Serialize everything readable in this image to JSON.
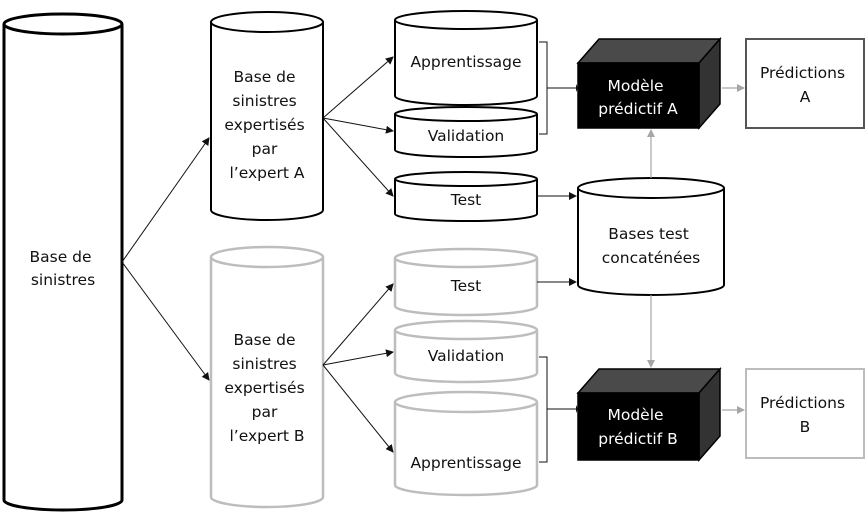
{
  "nodes": {
    "base_sinistres": [
      "Base de",
      "sinistres"
    ],
    "base_expert_a": [
      "Base de",
      "sinistres",
      "expertisés",
      "par",
      "l’expert A"
    ],
    "base_expert_b": [
      "Base de",
      "sinistres",
      "expertisés",
      "par",
      "l’expert B"
    ],
    "a_apprentissage": "Apprentissage",
    "a_validation": "Validation",
    "a_test": "Test",
    "b_test": "Test",
    "b_validation": "Validation",
    "b_apprentissage": "Apprentissage",
    "bases_test": [
      "Bases test",
      "concaténées"
    ],
    "modele_a": [
      "Modèle",
      "prédictif A"
    ],
    "modele_b": [
      "Modèle",
      "prédictif B"
    ],
    "pred_a": [
      "Prédictions",
      "A"
    ],
    "pred_b": [
      "Prédictions",
      "B"
    ]
  },
  "colors": {
    "dark": "#000000",
    "grey": "#b3b3b3",
    "cube_front": "#000000",
    "cube_side": "#333333",
    "cube_top": "#4a4a4a"
  }
}
